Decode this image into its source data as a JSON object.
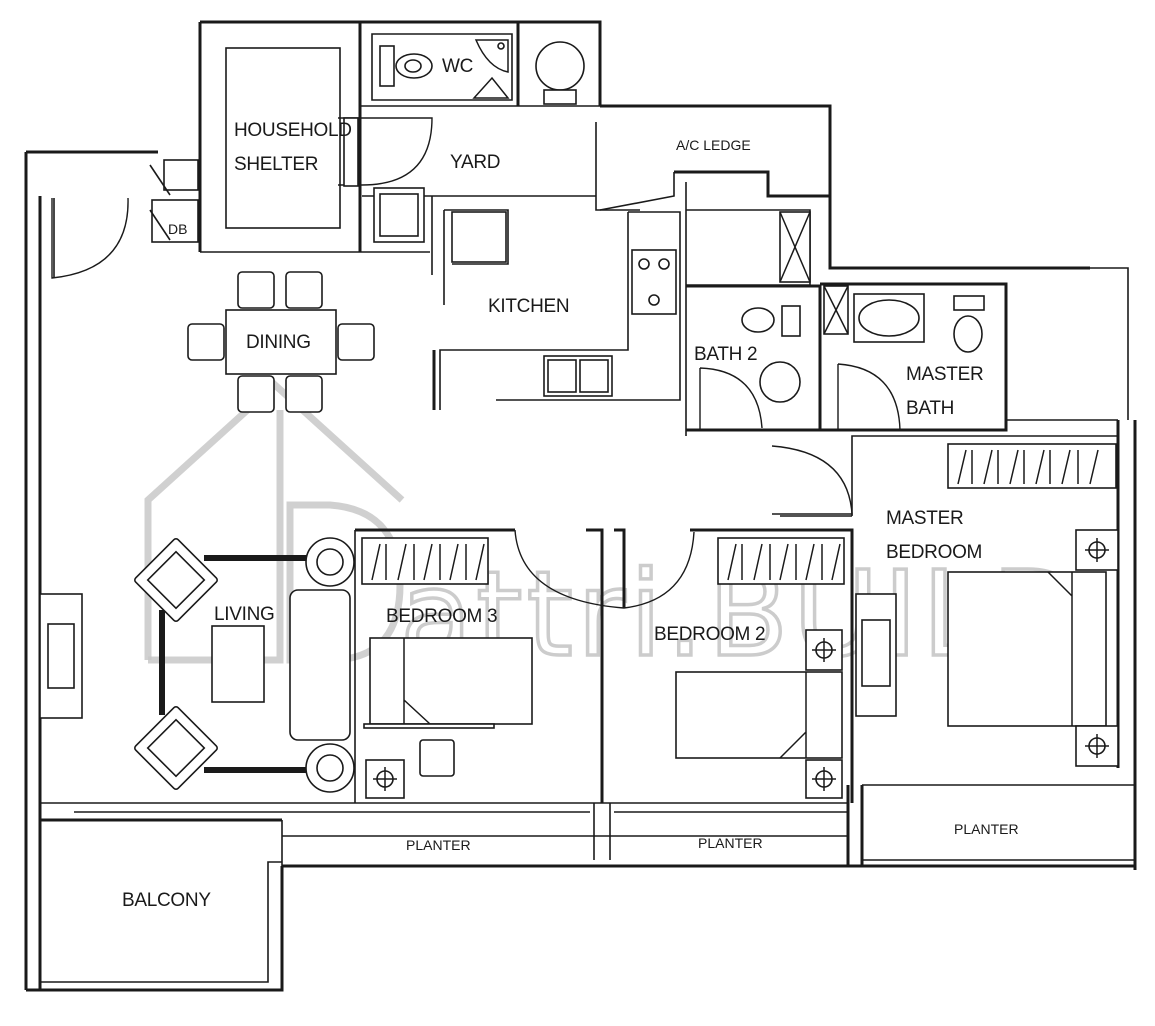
{
  "rooms": {
    "household_shelter_line1": "HOUSEHOLD",
    "household_shelter_line2": "SHELTER",
    "wc": "WC",
    "yard": "YARD",
    "ac_ledge": "A/C LEDGE",
    "db": "DB",
    "kitchen": "KITCHEN",
    "dining": "DINING",
    "bath2": "BATH 2",
    "master_bath_line1": "MASTER",
    "master_bath_line2": "BATH",
    "master_bedroom_line1": "MASTER",
    "master_bedroom_line2": "BEDROOM",
    "living": "LIVING",
    "bedroom3": "BEDROOM 3",
    "bedroom2": "BEDROOM 2",
    "planter_1": "PLANTER",
    "planter_2": "PLANTER",
    "planter_3": "PLANTER",
    "balcony": "BALCONY"
  },
  "watermark": {
    "text": "attri.BUILD",
    "color": "#c4c4c4"
  },
  "colors": {
    "line": "#1a1a1a",
    "background": "#ffffff"
  }
}
